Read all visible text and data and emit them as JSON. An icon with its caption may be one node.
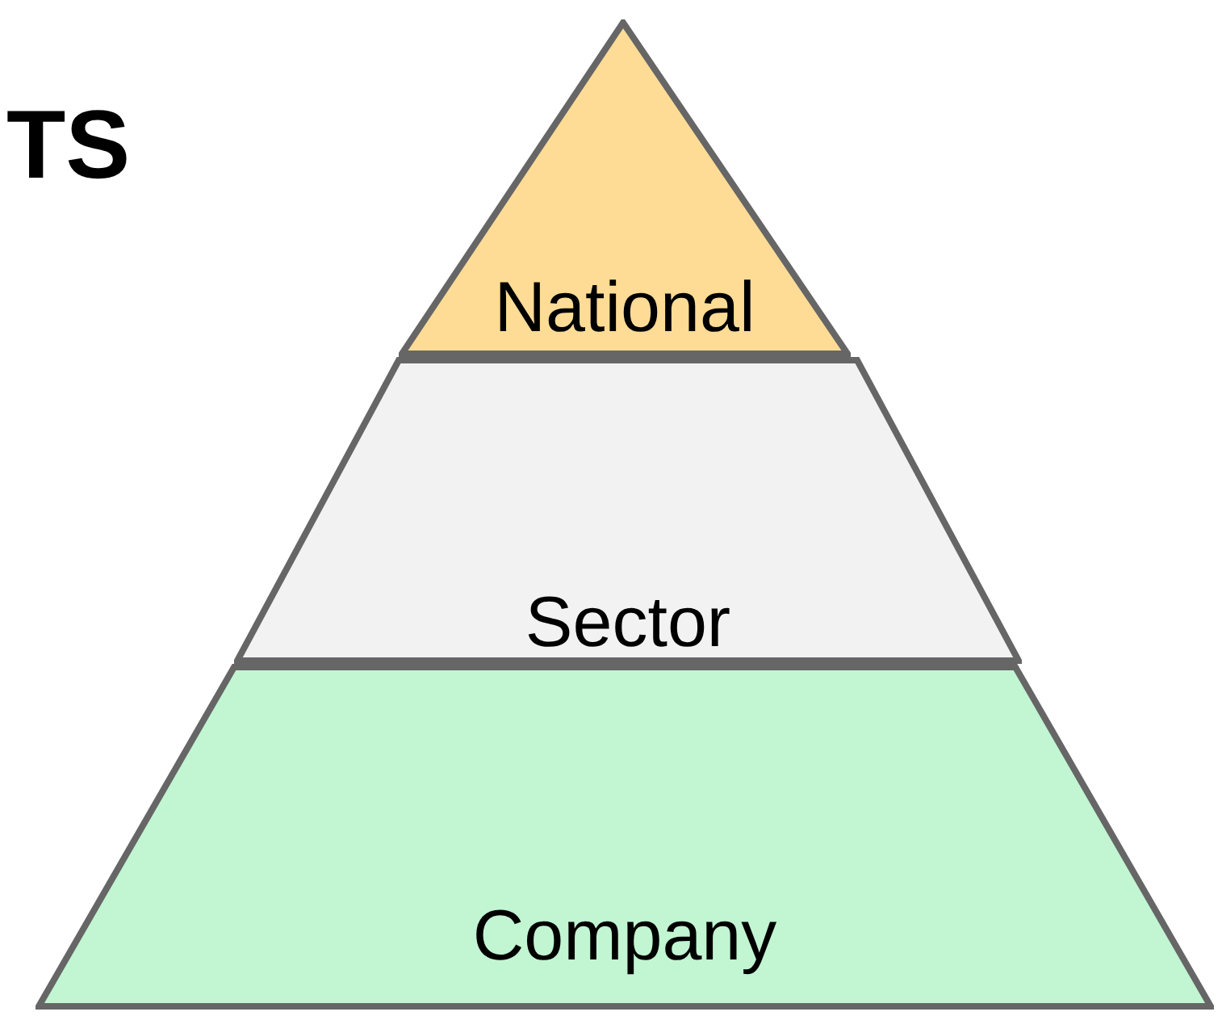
{
  "diagram": {
    "nodes": [
      {
        "text": [
          "National"
        ]
      },
      {
        "text": [
          "Sector"
        ]
      },
      {
        "text": [
          "Company"
        ]
      }
    ],
    "edges": [],
    "labels": [
      "TS"
    ]
  }
}
